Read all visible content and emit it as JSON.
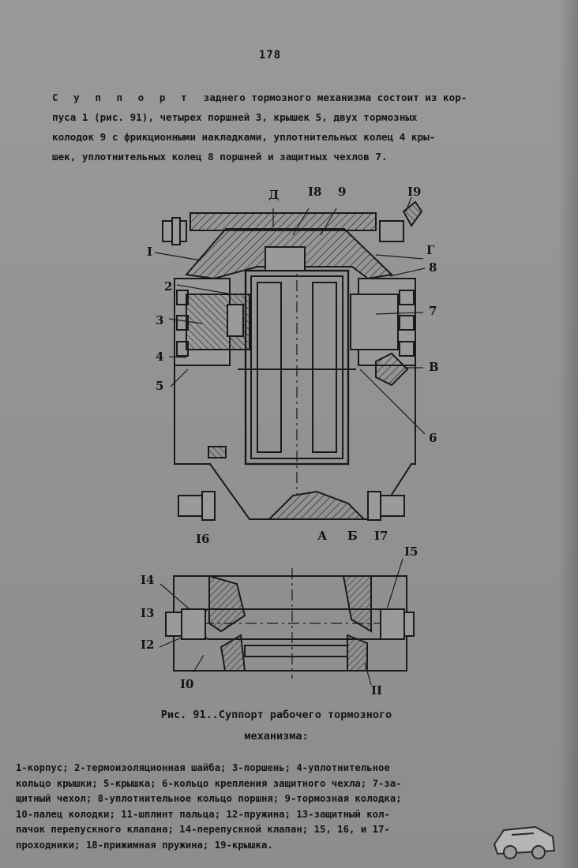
{
  "page": {
    "number": "178"
  },
  "intro": {
    "lead": "С у п п о р т",
    "line1_rest": "  заднего тормозного механизма состоит из кор-",
    "line2": "пуса 1 (рис. 91), четырех поршней 3, крышек 5, двух тормозных",
    "line3": "колодок 9 с фрикционными накладками, уплотнительных колец 4 кры-",
    "line4": "шек, уплотнительных колец 8 поршней и защитных чехлов 7."
  },
  "figure_top": {
    "labels": {
      "d": "Д",
      "n18": "I8",
      "n9": "9",
      "n19": "I9",
      "n1": "I",
      "g": "Г",
      "n8": "8",
      "n2": "2",
      "n7": "7",
      "n3": "3",
      "n4": "4",
      "v": "В",
      "n5": "5",
      "n6": "6",
      "n16": "I6",
      "a": "А",
      "b": "Б",
      "n17": "I7"
    }
  },
  "figure_bottom": {
    "labels": {
      "n15": "I5",
      "n14": "I4",
      "n13": "I3",
      "n12": "I2",
      "n10": "I0",
      "n11": "II"
    }
  },
  "caption": {
    "line1": "Рис. 91..Суппорт рабочего тормозного",
    "line2": "механизма:"
  },
  "legend": {
    "line1": "1-корпус; 2-термоизоляционная шайба; 3-поршень; 4-уплотнительное",
    "line2": "кольцо крышки; 5-крышка; 6-кольцо крепления защитного чехла; 7-за-",
    "line3": "щитный чехол; 8-уплотнительное кольцо поршня; 9-тормозная колодка;",
    "line4": "10-палец колодки; 11-шплинт пальца; 12-пружина; 13-защитный кол-",
    "line5": "пачок перепускного клапана; 14-перепускной клапан; 15, 16, и 17-",
    "line6": "проходники; 18-прижимная пружина; 19-крышка."
  }
}
